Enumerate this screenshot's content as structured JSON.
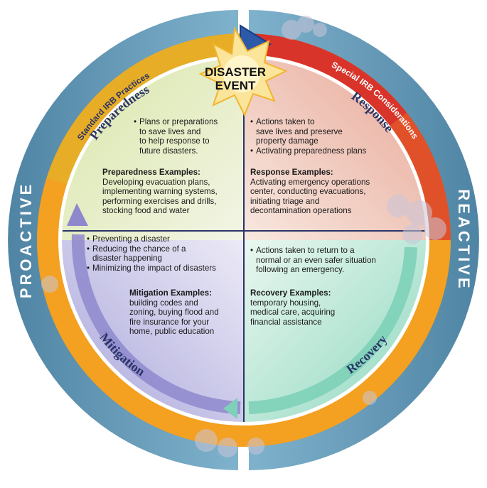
{
  "sides": {
    "left": "PROACTIVE",
    "right": "REACTIVE"
  },
  "arc_labels": {
    "standard": "Standard IRB Practices",
    "special": "Special IRB Considerations"
  },
  "center": {
    "line1": "DISASTER",
    "line2": "EVENT"
  },
  "phases": {
    "preparedness": {
      "title": "Preparedness",
      "bullets": [
        "Plans or preparations to save lives and to help response to future disasters."
      ],
      "bullet_lines": [
        "Plans or preparations",
        "to save lives and",
        "to help response to",
        "future disasters."
      ],
      "examples_title": "Preparedness Examples:",
      "examples_lines": [
        "Developing evacuation plans,",
        "implementing warning systems,",
        "performing exercises and drills,",
        "stocking food and water"
      ]
    },
    "response": {
      "title": "Response",
      "bullet_lines": [
        [
          "Actions taken to",
          "save lives and preserve",
          "property damage"
        ],
        [
          "Activating preparedness plans"
        ]
      ],
      "examples_title": "Response Examples:",
      "examples_lines": [
        "Activating emergency operations",
        "center, conducting evacuations,",
        "initiating triage and",
        "decontamination operations"
      ]
    },
    "mitigation": {
      "title": "Mitigation",
      "bullet_lines": [
        [
          "Preventing a disaster"
        ],
        [
          "Reducing the chance of a",
          "disaster happening"
        ],
        [
          "Minimizing the impact of disasters"
        ]
      ],
      "examples_title": "Mitigation Examples:",
      "examples_lines": [
        "building codes and",
        "zoning, buying flood and",
        "fire insurance for your",
        "home, public education"
      ]
    },
    "recovery": {
      "title": "Recovery",
      "bullet_lines": [
        [
          "Actions taken to return to a",
          "normal or an even safer situation",
          "following an emergency."
        ]
      ],
      "examples_title": "Recovery Examples:",
      "examples_lines": [
        "temporary housing,",
        "medical care, acquiring",
        "financial assistance"
      ]
    }
  },
  "colors": {
    "outer_ring": "#5e95b3",
    "outer_ring_dark": "#3f7090",
    "orange_ring": "#f4a020",
    "red_ring": "#d8342a",
    "preparedness_fill": "#e4ecc6",
    "response_fill": "#f2d2c6",
    "mitigation_fill": "#cdd0ea",
    "recovery_fill": "#cfeedd",
    "divider": "#2a3466",
    "mitigation_arrow": "#8e88cc",
    "recovery_arrow": "#7ed0b8"
  }
}
